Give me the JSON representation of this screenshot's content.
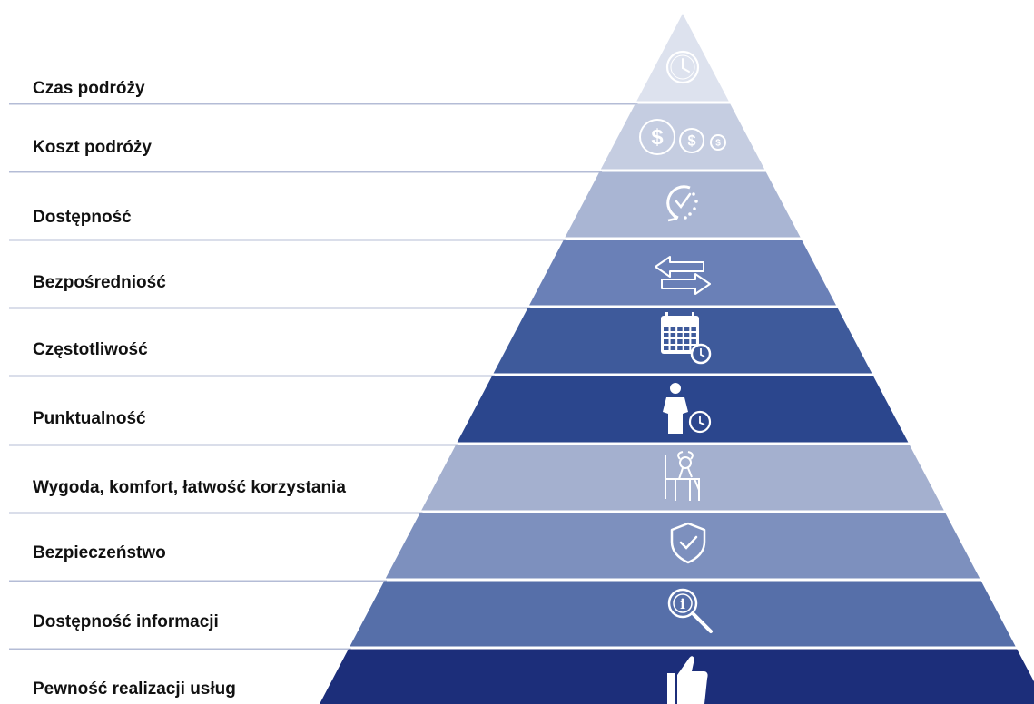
{
  "levels": [
    {
      "label": "Czas podróży",
      "color": "#dde2ee",
      "icon": "clock-icon"
    },
    {
      "label": "Koszt podróży",
      "color": "#c5cde1",
      "icon": "coins-icon"
    },
    {
      "label": "Dostępność",
      "color": "#a9b5d3",
      "icon": "availability-clock-icon"
    },
    {
      "label": "Bezpośredniość",
      "color": "#6a80b7",
      "icon": "two-way-arrows-icon"
    },
    {
      "label": "Częstotliwość",
      "color": "#3e5a9b",
      "icon": "calendar-icon"
    },
    {
      "label": "Punktualność",
      "color": "#2b468d",
      "icon": "person-clock-icon"
    },
    {
      "label": "Wygoda, komfort, łatwość korzystania",
      "color": "#a4b0cf",
      "icon": "relaxing-person-icon"
    },
    {
      "label": "Bezpieczeństwo",
      "color": "#7d90be",
      "icon": "shield-check-icon"
    },
    {
      "label": "Dostępność informacji",
      "color": "#566fa9",
      "icon": "info-magnifier-icon"
    },
    {
      "label": "Pewność realizacji usług",
      "color": "#1c2e7a",
      "icon": "thumbs-up-icon"
    }
  ],
  "divider_color": "#b4bcd6"
}
